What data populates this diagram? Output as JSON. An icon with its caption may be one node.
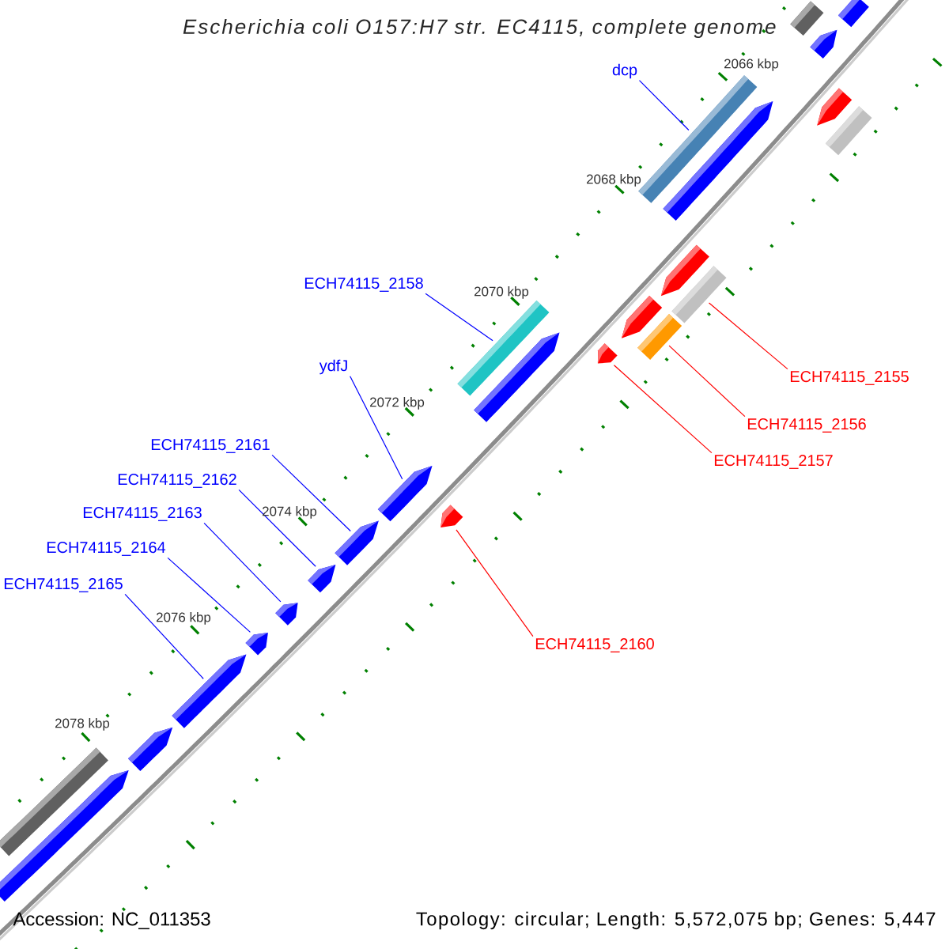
{
  "diagram": {
    "title": "Escherichia coli O157:H7 str. EC4115, complete genome",
    "nodes": [
      {
        "text": [
          "dcp"
        ]
      },
      {
        "text": [
          "ECH74115_2158"
        ]
      },
      {
        "text": [
          "ydfJ"
        ]
      },
      {
        "text": [
          "ECH74115_2161"
        ]
      },
      {
        "text": [
          "ECH74115_2162"
        ]
      },
      {
        "text": [
          "ECH74115_2163"
        ]
      },
      {
        "text": [
          "ECH74115_2164"
        ]
      },
      {
        "text": [
          "ECH74115_2165"
        ]
      },
      {
        "text": [
          "ECH74115_2155"
        ]
      },
      {
        "text": [
          "ECH74115_2156"
        ]
      },
      {
        "text": [
          "ECH74115_2157"
        ]
      },
      {
        "text": [
          "ECH74115_2160"
        ]
      },
      {
        "text": [],
        "shape": "bar"
      },
      {
        "text": [],
        "shape": "bar"
      },
      {
        "text": [],
        "shape": "pentagon"
      },
      {
        "text": [],
        "shape": "pentagon"
      },
      {
        "text": [],
        "shape": "bar"
      },
      {
        "text": [],
        "shape": "bar"
      },
      {
        "text": [],
        "shape": "pentagon"
      },
      {
        "text": [],
        "shape": "pentagon"
      },
      {
        "text": [],
        "shape": "bar"
      },
      {
        "text": [],
        "shape": "pentagon"
      },
      {
        "text": [],
        "shape": "bar"
      },
      {
        "text": [],
        "shape": "pentagon"
      },
      {
        "text": [],
        "shape": "bar"
      },
      {
        "text": [],
        "shape": "pentagon"
      },
      {
        "text": [],
        "shape": "pentagon"
      },
      {
        "text": [],
        "shape": "pentagon"
      },
      {
        "text": [],
        "shape": "pentagon"
      },
      {
        "text": [],
        "shape": "pentagon"
      },
      {
        "text": [],
        "shape": "pentagon"
      },
      {
        "text": [],
        "shape": "pentagon"
      },
      {
        "text": [],
        "shape": "pentagon"
      },
      {
        "text": [],
        "shape": "pentagon"
      },
      {
        "text": [],
        "shape": "bar"
      },
      {
        "text": [],
        "shape": "pentagon"
      }
    ],
    "edges": [
      {
        "from": 0,
        "to": 17,
        "arrow": "none"
      },
      {
        "from": 1,
        "to": 24,
        "arrow": "none"
      },
      {
        "from": 2,
        "to": 26,
        "arrow": "none"
      },
      {
        "from": 3,
        "to": 28,
        "arrow": "none"
      },
      {
        "from": 4,
        "to": 29,
        "arrow": "none"
      },
      {
        "from": 5,
        "to": 30,
        "arrow": "none"
      },
      {
        "from": 6,
        "to": 31,
        "arrow": "none"
      },
      {
        "from": 7,
        "to": 32,
        "arrow": "none"
      },
      {
        "from": 8,
        "to": 20,
        "arrow": "none",
        "color": "#ff0000"
      },
      {
        "from": 9,
        "to": 22,
        "arrow": "none",
        "color": "#ff0000"
      },
      {
        "from": 10,
        "to": 23,
        "arrow": "none",
        "color": "#ff0000"
      },
      {
        "from": 11,
        "to": 27,
        "arrow": "none",
        "color": "#ff0000"
      }
    ],
    "labels": [
      "2066 kbp",
      "2068 kbp",
      "2070 kbp",
      "2072 kbp",
      "2074 kbp",
      "2076 kbp",
      "2078 kbp",
      "Accession: NC_011353",
      "Topology: circular; Length: 5,572,075 bp; Genes: 5,447"
    ]
  }
}
